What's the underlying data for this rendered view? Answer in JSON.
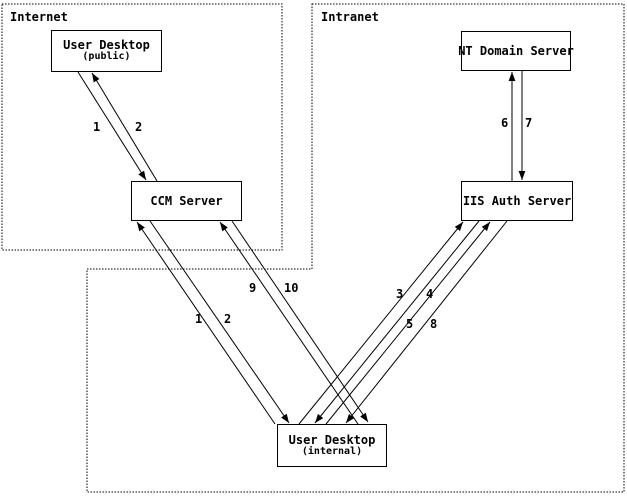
{
  "zones": {
    "internet": {
      "label": "Internet"
    },
    "intranet": {
      "label": "Intranet"
    }
  },
  "nodes": {
    "user_desktop_public": {
      "title": "User Desktop",
      "subtitle": "(public)"
    },
    "ccm_server": {
      "title": "CCM Server"
    },
    "nt_domain_server": {
      "title": "NT Domain Server"
    },
    "iis_auth_server": {
      "title": "IIS Auth Server"
    },
    "user_desktop_internal": {
      "title": "User Desktop",
      "subtitle": "(internal)"
    }
  },
  "edges": [
    {
      "label": "1",
      "from": "User Desktop (public)",
      "to": "CCM Server"
    },
    {
      "label": "2",
      "from": "CCM Server",
      "to": "User Desktop (public)"
    },
    {
      "label": "1",
      "from": "User Desktop (internal)",
      "to": "CCM Server"
    },
    {
      "label": "2",
      "from": "CCM Server",
      "to": "User Desktop (internal)"
    },
    {
      "label": "9",
      "from": "User Desktop (internal)",
      "to": "CCM Server"
    },
    {
      "label": "10",
      "from": "CCM Server",
      "to": "User Desktop (internal)"
    },
    {
      "label": "3",
      "from": "User Desktop (internal)",
      "to": "IIS Auth Server"
    },
    {
      "label": "4",
      "from": "IIS Auth Server",
      "to": "User Desktop (internal)"
    },
    {
      "label": "5",
      "from": "User Desktop (internal)",
      "to": "IIS Auth Server"
    },
    {
      "label": "8",
      "from": "IIS Auth Server",
      "to": "User Desktop (internal)"
    },
    {
      "label": "6",
      "from": "IIS Auth Server",
      "to": "NT Domain Server"
    },
    {
      "label": "7",
      "from": "NT Domain Server",
      "to": "IIS Auth Server"
    }
  ],
  "colors": {
    "line": "#000000",
    "background": "#ffffff"
  }
}
